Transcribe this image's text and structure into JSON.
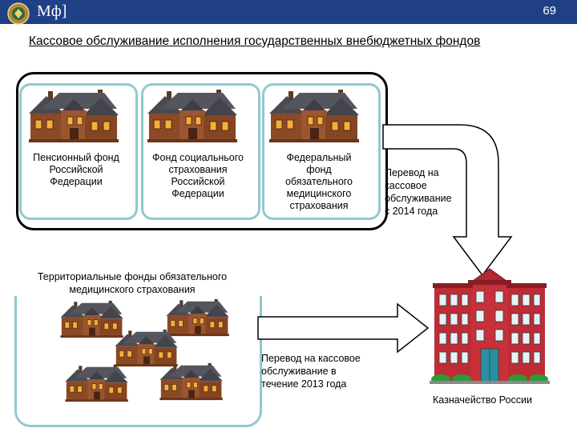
{
  "header": {
    "brand": "Мф]",
    "page_number": "69"
  },
  "title": "Кассовое обслуживание исполнения государственных внебюджетных фондов",
  "funds": [
    {
      "label_lines": [
        "Пенсионный фонд",
        "Российской",
        "Федерации"
      ]
    },
    {
      "label_lines": [
        "Фонд социальнього",
        "страхования",
        "Российской",
        "Федерации"
      ]
    },
    {
      "label_lines": [
        "Федеральный",
        "фонд",
        "обязательного",
        "медицинского",
        "страхования"
      ]
    }
  ],
  "tfoms": {
    "label_lines": [
      "Территориальные фонды обязательного",
      "медицинского страхования"
    ]
  },
  "transfer_2014": [
    "Перевод на",
    "кассовое",
    "обслуживание",
    "с 2014 года"
  ],
  "transfer_2013": [
    "Перевод на кассовое",
    "обслуживание в",
    "течение 2013 года"
  ],
  "treasury": {
    "label": "Казначейство России"
  },
  "colors": {
    "header_bg": "#1f3f86",
    "box_border": "#8fc9d0",
    "house_wall": "#8b4a26",
    "house_roof": "#4a4a52",
    "treasury_wall": "#c8303a",
    "arrow_fill": "#ffffff"
  },
  "icons": [
    "emblem-icon",
    "house-icon",
    "treasury-building-icon",
    "arrow-icon"
  ]
}
